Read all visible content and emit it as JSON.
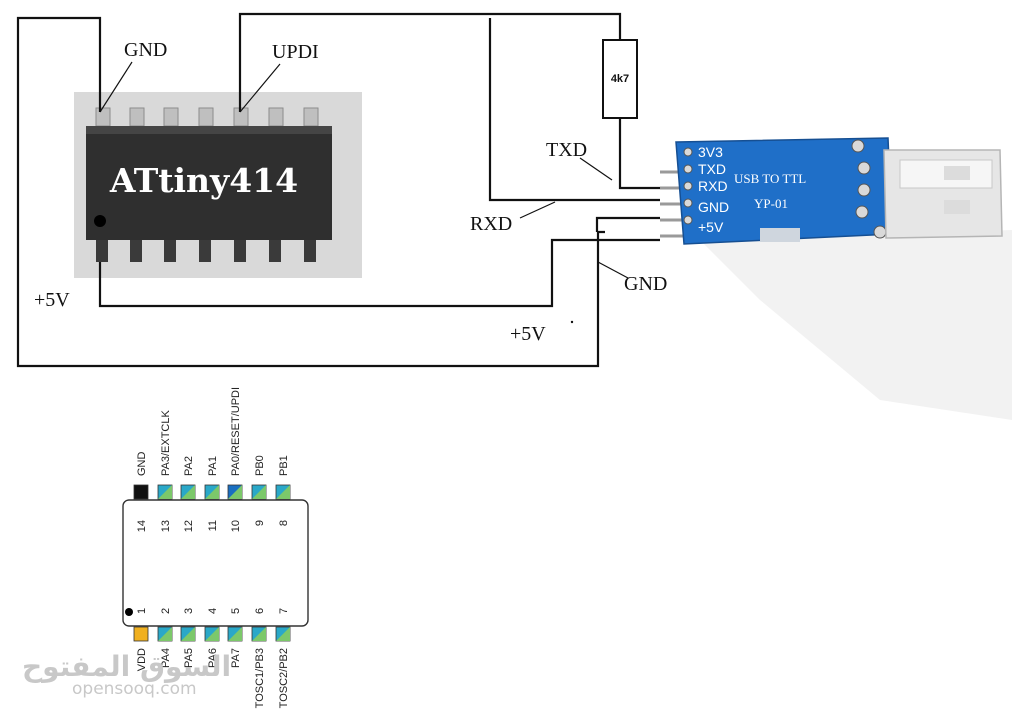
{
  "chip": {
    "name": "ATtiny414",
    "label_gnd": "GND",
    "label_updi": "UPDI",
    "label_vcc": "+5V"
  },
  "resistor": {
    "value": "4k7"
  },
  "adapter": {
    "title_line1": "USB TO TTL",
    "title_line2": "YP-01",
    "pins": [
      "3V3",
      "TXD",
      "RXD",
      "GND",
      "+5V"
    ]
  },
  "wire_labels": {
    "txd": "TXD",
    "rxd": "RXD",
    "gnd": "GND",
    "vcc": "+5V"
  },
  "pinout": {
    "top": [
      {
        "num": "14",
        "name": "GND",
        "color": "#111111"
      },
      {
        "num": "13",
        "name": "PA3/EXTCLK",
        "color": "#2aa8c8"
      },
      {
        "num": "12",
        "name": "PA2",
        "color": "#2aa8c8"
      },
      {
        "num": "11",
        "name": "PA1",
        "color": "#2aa8c8"
      },
      {
        "num": "10",
        "name": "PA0/RESET/UPDI",
        "color": "#1a6fc0"
      },
      {
        "num": "9",
        "name": "PB0",
        "color": "#2aa8c8"
      },
      {
        "num": "8",
        "name": "PB1",
        "color": "#2aa8c8"
      }
    ],
    "bottom": [
      {
        "num": "1",
        "name": "VDD",
        "color": "#f0b020"
      },
      {
        "num": "2",
        "name": "PA4",
        "color": "#2aa8c8"
      },
      {
        "num": "3",
        "name": "PA5",
        "color": "#2aa8c8"
      },
      {
        "num": "4",
        "name": "PA6",
        "color": "#2aa8c8"
      },
      {
        "num": "5",
        "name": "PA7",
        "color": "#2aa8c8"
      },
      {
        "num": "6",
        "name": "TOSC1/PB3",
        "color": "#2aa8c8"
      },
      {
        "num": "7",
        "name": "TOSC2/PB2",
        "color": "#2aa8c8"
      }
    ]
  },
  "watermark": {
    "arabic": "السوق المفتوح",
    "latin": "opensooq.com"
  },
  "colors": {
    "wire": "#111111",
    "chip_body": "#2f2f2f",
    "chip_bg": "#d6d6d6",
    "pcb": "#1f6fc8",
    "usb": "#e8e8e8"
  }
}
